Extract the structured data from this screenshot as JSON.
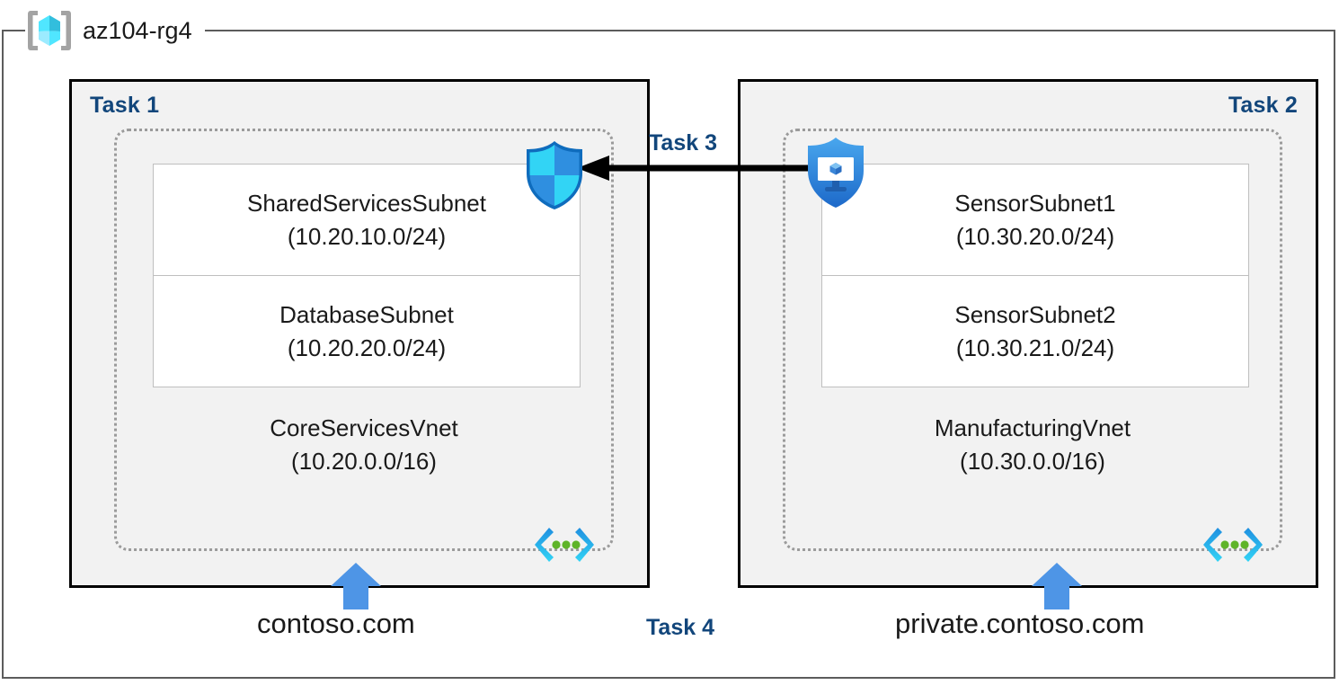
{
  "resource_group": {
    "name": "az104-rg4",
    "icon": "azure-resource-group-cube-icon"
  },
  "groups": [
    {
      "task_label": "Task 1",
      "label_align": "left",
      "vnet": {
        "name": "CoreServicesVnet",
        "cidr": "(10.20.0.0/16)",
        "icon": "virtual-network-icon"
      },
      "subnets": [
        {
          "name": "SharedServicesSubnet",
          "cidr": "(10.20.10.0/24)"
        },
        {
          "name": "DatabaseSubnet",
          "cidr": "(10.20.20.0/24)"
        }
      ],
      "dns": {
        "label": "contoso.com",
        "icon": "up-arrow-icon"
      }
    },
    {
      "task_label": "Task 2",
      "label_align": "right",
      "vnet": {
        "name": "ManufacturingVnet",
        "cidr": "(10.30.0.0/16)",
        "icon": "virtual-network-icon"
      },
      "subnets": [
        {
          "name": "SensorSubnet1",
          "cidr": "(10.30.20.0/24)"
        },
        {
          "name": "SensorSubnet2",
          "cidr": "(10.30.21.0/24)"
        }
      ],
      "dns": {
        "label": "private.contoso.com",
        "icon": "up-arrow-icon"
      }
    }
  ],
  "peering": {
    "label": "Task 3",
    "direction": "right-to-left",
    "source_icon": "shield-monitor-icon",
    "target_icon": "shield-icon"
  },
  "task4": {
    "label": "Task 4"
  },
  "colors": {
    "task_label": "#12467b",
    "group_fill": "#f2f2f2",
    "group_border": "#000000",
    "vnet_border": "#9b9b9b",
    "subnet_border": "#bfbfbf",
    "frame_border": "#5c5c5c",
    "arrow": "#000000",
    "dns_arrow": "#4e95e6",
    "icon_cyan": "#50e6ff",
    "icon_blue": "#0078d4",
    "vnet_dot_green": "#5fb429"
  }
}
